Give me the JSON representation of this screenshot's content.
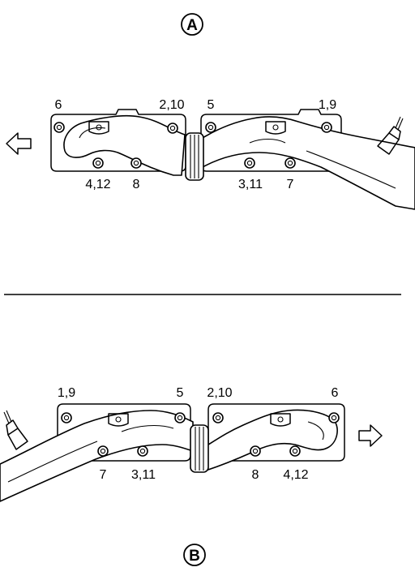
{
  "figure_a": {
    "badge": "A",
    "labels": {
      "top_left_outer": "6",
      "top_left_inner": "2,10",
      "top_right_inner": "5",
      "top_right_outer": "1,9",
      "bottom_left_outer": "4,12",
      "bottom_left_inner": "8",
      "bottom_right_inner": "3,11",
      "bottom_right_outer": "7"
    },
    "arrow_direction": "left"
  },
  "figure_b": {
    "badge": "B",
    "labels": {
      "top_left_outer": "1,9",
      "top_left_inner": "5",
      "top_right_inner": "2,10",
      "top_right_outer": "6",
      "bottom_left_outer": "7",
      "bottom_left_inner": "3,11",
      "bottom_right_inner": "8",
      "bottom_right_outer": "4,12"
    },
    "arrow_direction": "right"
  }
}
